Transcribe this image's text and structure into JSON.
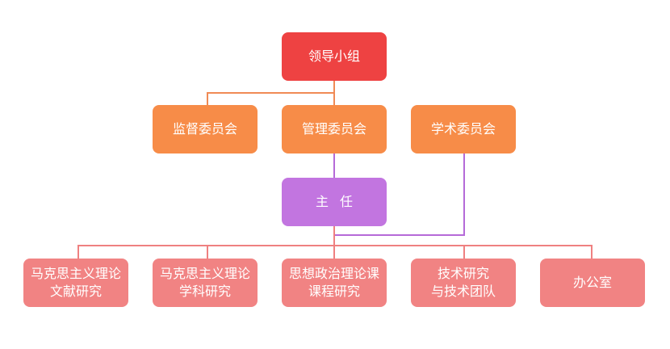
{
  "colors": {
    "top": "#ee4242",
    "committee": "#f78c48",
    "director": "#c275e0",
    "unit": "#f18383",
    "line_orange": "#f08a55",
    "line_purple": "#b56ad8",
    "line_pink": "#ef8080"
  },
  "top": {
    "label": "领导小组"
  },
  "committees": [
    {
      "label": "监督委员会"
    },
    {
      "label": "管理委员会"
    },
    {
      "label": "学术委员会"
    }
  ],
  "director": {
    "label": "主任"
  },
  "units": [
    {
      "line1": "马克思主义理论",
      "line2": "文献研究"
    },
    {
      "line1": "马克思主义理论",
      "line2": "学科研究"
    },
    {
      "line1": "思想政治理论课",
      "line2": "课程研究"
    },
    {
      "line1": "技术研究",
      "line2": "与技术团队"
    },
    {
      "line1": "办公室",
      "line2": ""
    }
  ]
}
